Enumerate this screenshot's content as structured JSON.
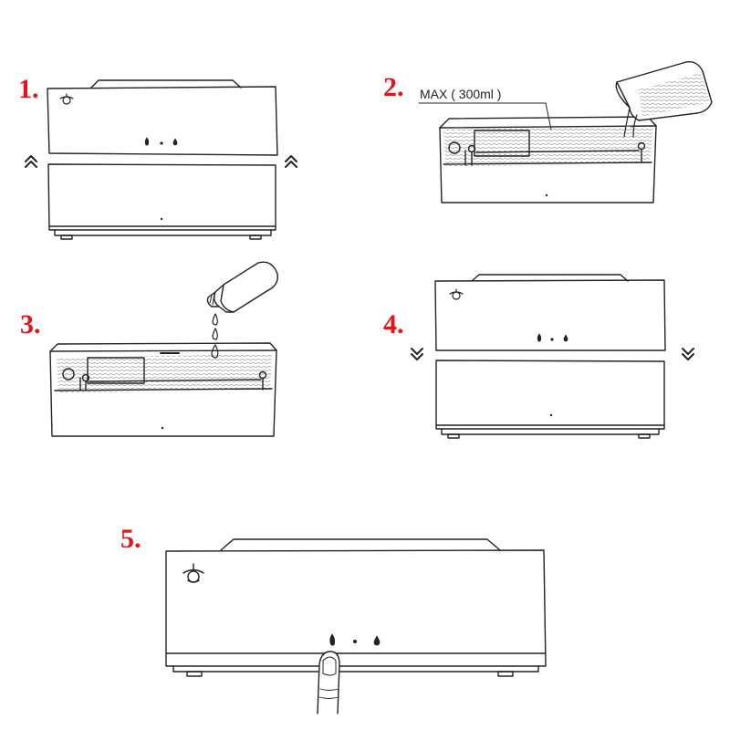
{
  "steps": [
    {
      "number": "1."
    },
    {
      "number": "2.",
      "max_label": "MAX ( 300ml )"
    },
    {
      "number": "3."
    },
    {
      "number": "4."
    },
    {
      "number": "5."
    }
  ],
  "colors": {
    "step_number": "#e4141b",
    "line": "#222222",
    "water": "#9a9a9a"
  },
  "icons": [
    "diffuser-logo-icon",
    "flame-icon",
    "dot-icon",
    "drop-icon",
    "double-chevron-up-icon",
    "double-chevron-down-icon",
    "measuring-cup-icon",
    "oil-bottle-icon",
    "finger-icon"
  ]
}
